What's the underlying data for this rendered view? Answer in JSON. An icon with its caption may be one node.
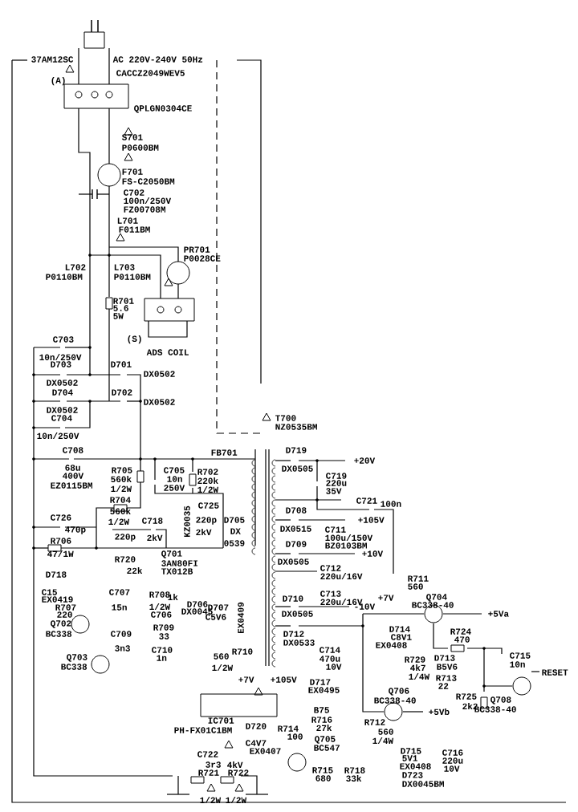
{
  "diagram": {
    "labels": [
      "37AM12SC",
      "AC 220V-240V 50Hz",
      "CACCZ2049WEV5",
      "(A)",
      "QPLGN0304CE",
      "S701",
      "P0600BM",
      "F701",
      "FS-C2050BM",
      "C702",
      "100n/250V",
      "FZ00708M",
      "L701",
      "F011BM",
      "PR701",
      "P0028CE",
      "L702",
      "P0110BM",
      "L703",
      "P0110BM",
      "R701",
      "5.6",
      "5W",
      "(S)",
      "ADS COIL",
      "C703",
      "10n/250V",
      "D703",
      "DX0502",
      "D704",
      "DX0502",
      "C704",
      "10n/250V",
      "D701",
      "DX0502",
      "D702",
      "DX0502",
      "C708",
      "68u",
      "400V",
      "EZ0115BM",
      "R705",
      "560k",
      "1/2W",
      "C705",
      "10n",
      "250V",
      "R702",
      "220k",
      "1/2W",
      "R704",
      "560k",
      "1/2W",
      "C725",
      "220p",
      "2kV",
      "D705",
      "DX",
      "0539",
      "KZ0035",
      "C726",
      "470p",
      "C718",
      "220p",
      "2kV",
      "R706",
      "47/1W",
      "Q701",
      "3AN80FI",
      "TX012B",
      "R720",
      "22k",
      "FB701",
      "T700",
      "NZ0535BM",
      "D719",
      "DX0505",
      "C719",
      "220u",
      "35V",
      "+20V",
      "C721",
      "100n",
      "D708",
      "DX0515",
      "+105V",
      "C711",
      "100u/150V",
      "BZ0103BM",
      "D709",
      "DX0505",
      "+10V",
      "C712",
      "220u/16V",
      "C713",
      "220u/16V",
      "D710",
      "DX0505",
      "-10V",
      "+7V",
      "R711",
      "560",
      "Q704",
      "BC338-40",
      "+5Va",
      "D714",
      "C8V1",
      "EX0408",
      "R724",
      "470",
      "D713",
      "B5V6",
      "C715",
      "10n",
      "R729",
      "4k7",
      "1/4W",
      "R713",
      "22",
      "RESET",
      "D712",
      "DX0533",
      "C714",
      "470u",
      "10V",
      "D718",
      "C15",
      "EX0419",
      "R707",
      "220",
      "Q702",
      "BC338",
      "C707",
      "15n",
      "R708",
      "1k",
      "1/2W",
      "C706",
      "D706",
      "DX0045",
      "R709",
      "33",
      "C709",
      "3n3",
      "C710",
      "1n",
      "D707",
      "C5V6",
      "EX0409",
      "R710",
      "560",
      "1/2W",
      "Q703",
      "BC338",
      "+7V",
      "+105V",
      "D717",
      "EX0495",
      "Q706",
      "BC338-40",
      "R725",
      "2k2",
      "Q708",
      "BC338-40",
      "+5Vb",
      "B75",
      "R716",
      "27k",
      "R712",
      "560",
      "1/4W",
      "D720",
      "R714",
      "C4V7",
      "100",
      "EX0407",
      "Q705",
      "BC547",
      "IC701",
      "PH-FX01C1BM",
      "C722",
      "3r3",
      "4kV",
      "R721",
      "R722",
      "1/2W",
      "1/2W",
      "D715",
      "5V1",
      "EX0408",
      "C716",
      "220u",
      "10V",
      "R715",
      "680",
      "R718",
      "33k",
      "D723",
      "DX0045BM"
    ]
  }
}
